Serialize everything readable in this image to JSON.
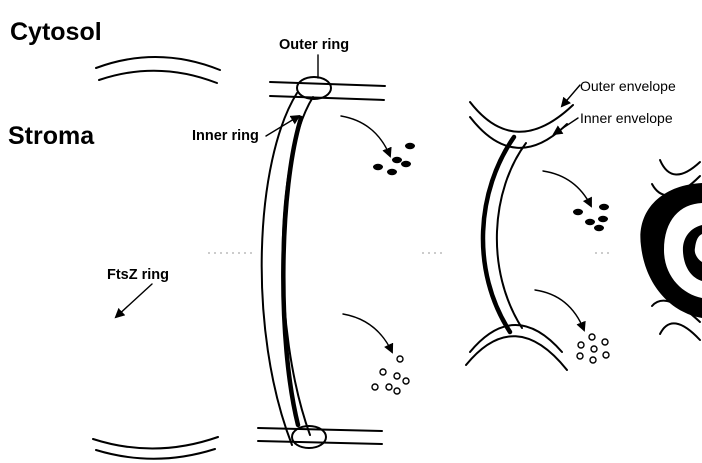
{
  "labels": {
    "cytosol": "Cytosol",
    "stroma": "Stroma",
    "outer_ring": "Outer ring",
    "inner_ring": "Inner ring",
    "ftsz_ring": "FtsZ ring",
    "outer_envelope": "Outer envelope",
    "inner_envelope": "Inner envelope"
  }
}
